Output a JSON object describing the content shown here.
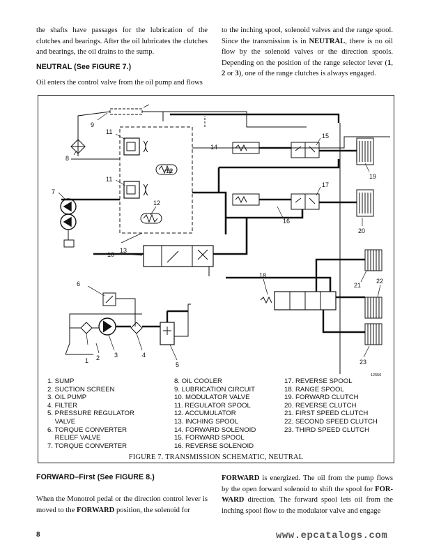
{
  "text": {
    "para_top_left": "the shafts have passages for the lubrication of the clutches and bearings. After the oil lubricates the clutches and bearings, the oil drains to the sump.",
    "para_top_right_a": "to the inching spool, solenoid valves and the range spool. Since the transmission is in ",
    "para_top_right_b": "NEUTRAL",
    "para_top_right_c": ", there is no oil flow by the solenoid valves or the direction spools. Depending on the position of the range selector lever (",
    "para_top_right_d": "1",
    "para_top_right_e": ", ",
    "para_top_right_f": "2",
    "para_top_right_g": " or ",
    "para_top_right_h": "3",
    "para_top_right_i": "), one of the range clutches is always engaged.",
    "heading_neutral": "NEUTRAL (See FIGURE 7.)",
    "para_neutral": "Oil enters the control valve from the oil pump and flows",
    "figure_caption": "FIGURE 7. TRANSMISSION SCHEMATIC, NEUTRAL",
    "figure_id": "12556",
    "heading_forward": "FORWARD–First (See FIGURE 8.)",
    "para_bottom_left_a": "When the Monotrol pedal or the direction control lever is moved to the ",
    "para_bottom_left_b": "FORWARD",
    "para_bottom_left_c": " position, the solenoid for",
    "para_bottom_right_a": "FORWARD",
    "para_bottom_right_b": " is energized. The oil from the pump flows by the open forward solenoid to shift the spool for ",
    "para_bottom_right_c": "FOR-WARD",
    "para_bottom_right_d": " direction. The forward spool lets oil from the inching spool flow to the modulator valve and engage",
    "page_number": "8",
    "watermark": "www.epcatalogs.com"
  },
  "legend": {
    "col1": [
      "1. SUMP",
      "2. SUCTION SCREEN",
      "3. OIL PUMP",
      "4. FILTER",
      "5. PRESSURE REGULATOR",
      "    VALVE",
      "6. TORQUE CONVERTER",
      "    RELIEF VALVE",
      "7. TORQUE CONVERTER"
    ],
    "col2": [
      "8. OIL COOLER",
      "9. LUBRICATION CIRCUIT",
      "10. MODULATOR VALVE",
      "11. REGULATOR SPOOL",
      "12. ACCUMULATOR",
      "13. INCHING SPOOL",
      "14. FORWARD SOLENOID",
      "15. FORWARD SPOOL",
      "16. REVERSE SOLENOID"
    ],
    "col3": [
      "17. REVERSE SPOOL",
      "18. RANGE SPOOL",
      "19. FORWARD CLUTCH",
      "20. REVERSE CLUTCH",
      "21. FIRST SPEED CLUTCH",
      "22. SECOND SPEED CLUTCH",
      "23. THIRD SPEED CLUTCH"
    ]
  },
  "callouts": {
    "n1": "1",
    "n2": "2",
    "n3": "3",
    "n4": "4",
    "n5": "5",
    "n6": "6",
    "n7": "7",
    "n8": "8",
    "n9": "9",
    "n10": "10",
    "n11a": "11",
    "n11b": "11",
    "n12a": "12",
    "n12b": "12",
    "n13": "13",
    "n14": "14",
    "n15": "15",
    "n16": "16",
    "n17": "17",
    "n18": "18",
    "n19": "19",
    "n20": "20",
    "n21": "21",
    "n22": "22",
    "n23": "23"
  }
}
